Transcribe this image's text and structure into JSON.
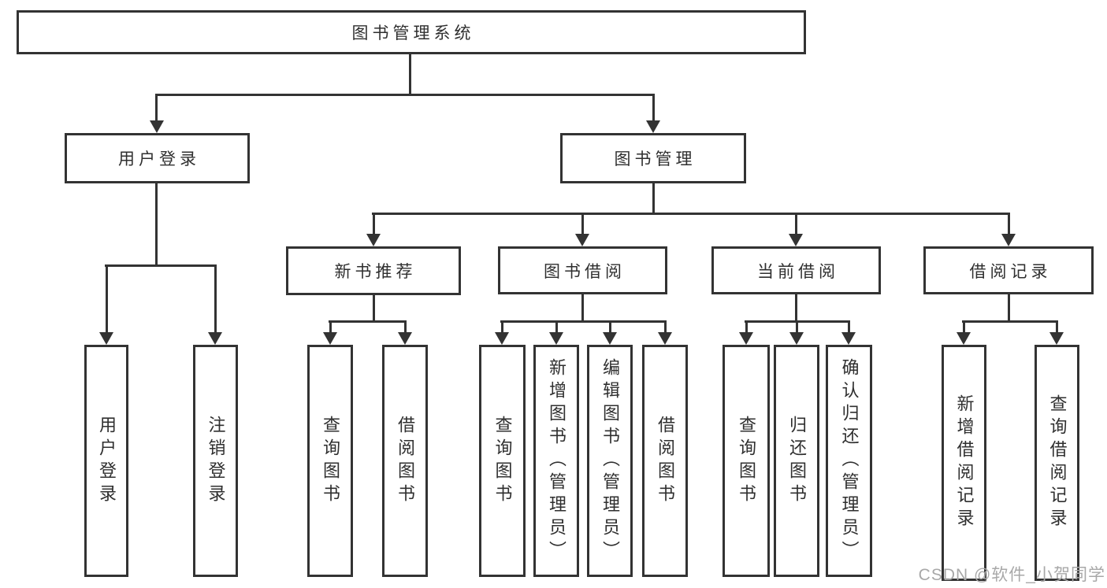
{
  "colors": {
    "background": "#ffffff",
    "line": "#333333",
    "text": "#2f2f2f",
    "watermark": "#a8a8a8"
  },
  "diagram": {
    "root": {
      "label": "图书管理系统"
    },
    "level2": [
      {
        "label": "用户登录"
      },
      {
        "label": "图书管理"
      }
    ],
    "level3": [
      {
        "label": "新书推荐"
      },
      {
        "label": "图书借阅"
      },
      {
        "label": "当前借阅"
      },
      {
        "label": "借阅记录"
      }
    ],
    "leaves": [
      {
        "label": "用户登录"
      },
      {
        "label": "注销登录"
      },
      {
        "label": "查询图书"
      },
      {
        "label": "借阅图书"
      },
      {
        "label": "查询图书"
      },
      {
        "label": "新增图书（管理员）"
      },
      {
        "label": "编辑图书（管理员）"
      },
      {
        "label": "借阅图书"
      },
      {
        "label": "查询图书"
      },
      {
        "label": "归还图书"
      },
      {
        "label": "确认归还（管理员）"
      },
      {
        "label": "新增借阅记录"
      },
      {
        "label": "查询借阅记录"
      }
    ]
  },
  "watermark": {
    "text": "CSDN @软件_小贺同学"
  }
}
